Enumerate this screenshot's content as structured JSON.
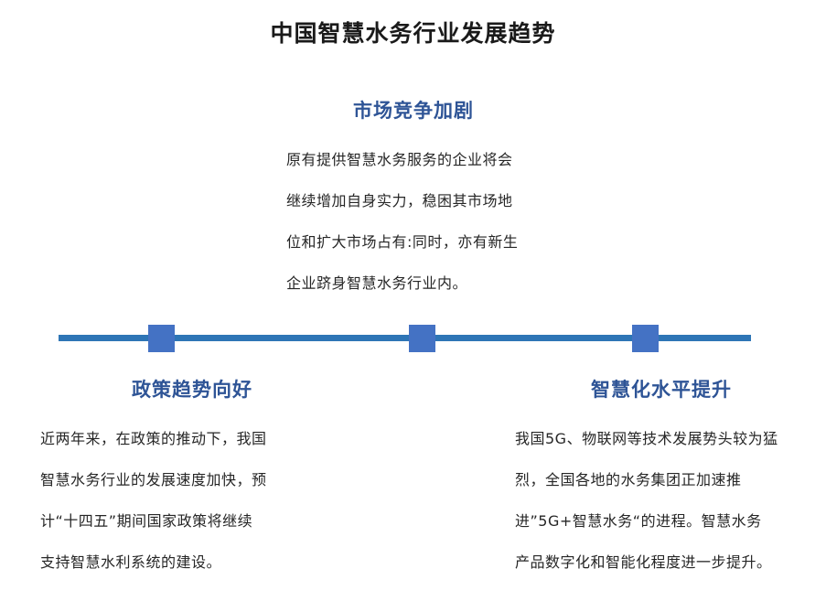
{
  "slide": {
    "title": "中国智慧水务行业发展趋势",
    "background_color": "#ffffff"
  },
  "theme": {
    "heading_color": "#2e5496",
    "timeline_line_color": "#2e75b6",
    "marker_color": "#4472c4",
    "body_text_color": "#262626",
    "title_color": "#1a1a1a"
  },
  "sections": {
    "top": {
      "heading": "市场竞争加剧",
      "lines": [
        "原有提供智慧水务服务的企业将会",
        "继续增加自身实力，稳困其市场地",
        "位和扩大市场占有:同时，亦有新生",
        "企业跻身智慧水务行业内。"
      ]
    },
    "bottom_left": {
      "heading": "政策趋势向好",
      "lines": [
        "近两年来，在政策的推动下，我国",
        "智慧水务行业的发展速度加快，预",
        "计“十四五”期间国家政策将继续",
        "支持智慧水利系统的建设。"
      ]
    },
    "bottom_right": {
      "heading": "智慧化水平提升",
      "lines": [
        "我国5G、物联网等技术发展势头较为猛",
        "烈，全国各地的水务集团正加速推",
        "进”5G+智慧水务“的进程。智慧水务",
        "产品数字化和智能化程度进一步提升。"
      ]
    }
  },
  "timeline": {
    "marker_count": 3
  }
}
